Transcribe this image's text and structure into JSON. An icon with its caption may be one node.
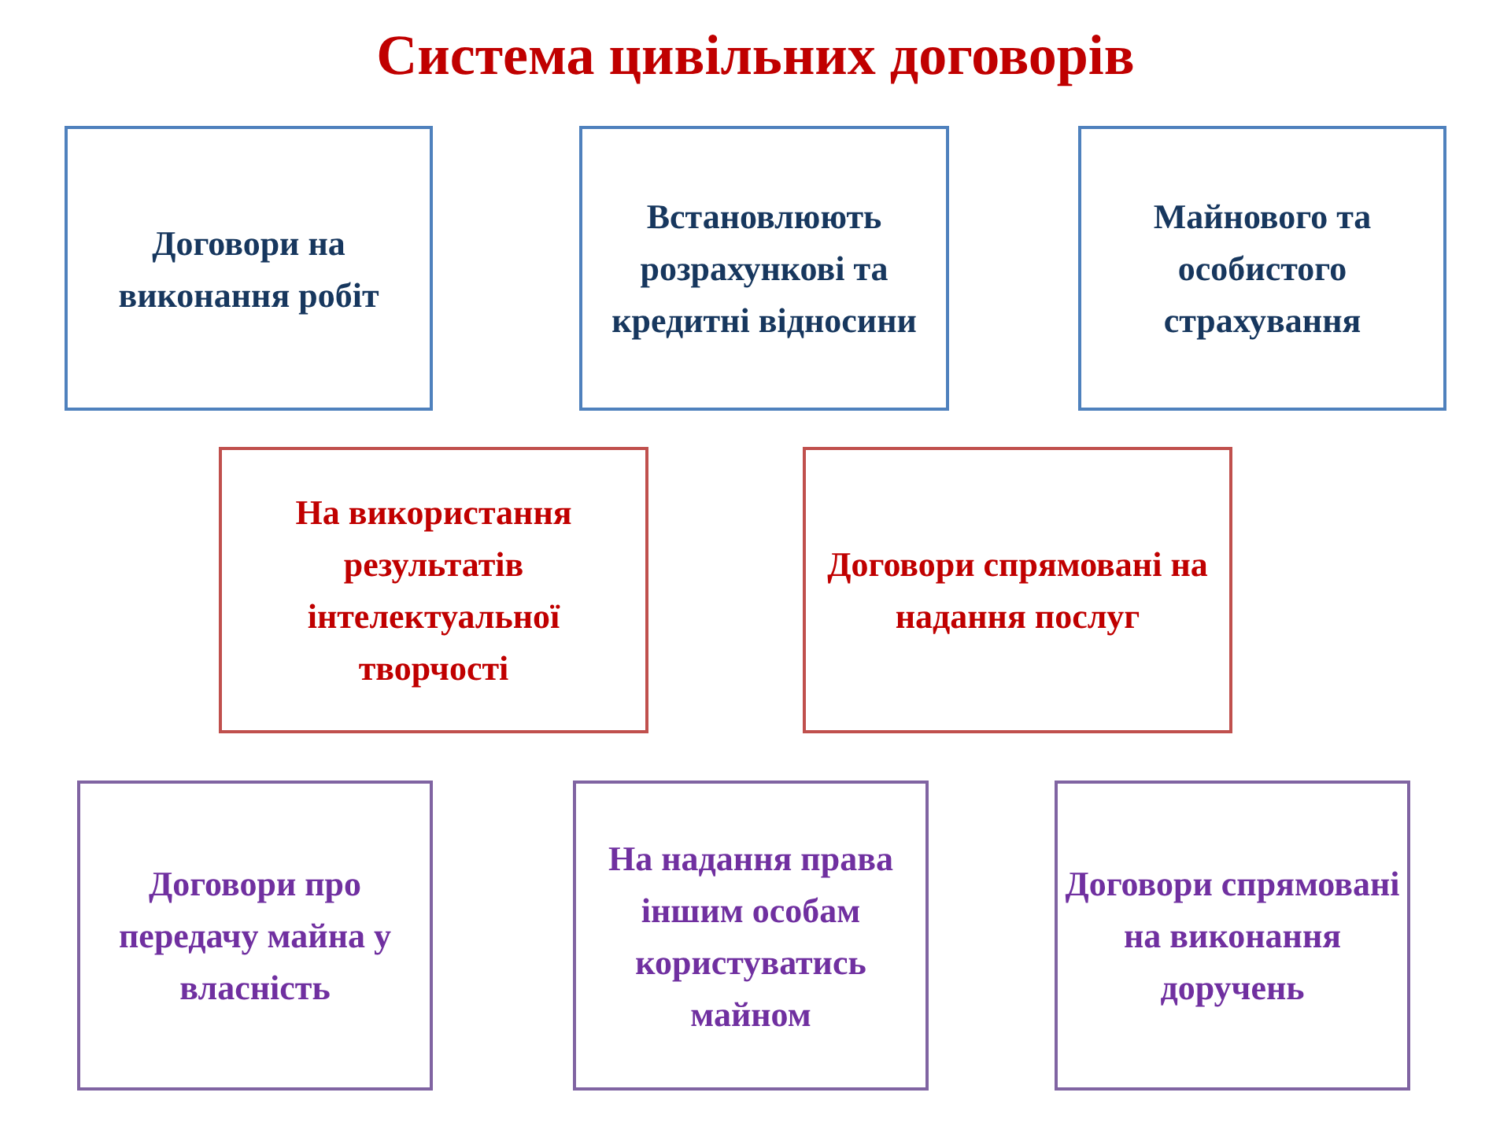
{
  "diagram": {
    "title": "Система цивільних договорів",
    "nodes": [
      {
        "text": [
          "Договори на виконання робіт"
        ]
      },
      {
        "text": [
          "Встановлюють розрахункові та кредитні відносини"
        ]
      },
      {
        "text": [
          "Майнового та особистого страхування"
        ]
      },
      {
        "text": [
          "На використання результатів інтелектуальної творчості"
        ]
      },
      {
        "text": [
          "Договори спрямовані на надання послуг"
        ]
      },
      {
        "text": [
          "Договори про передачу майна у власність"
        ]
      },
      {
        "text": [
          "На надання права іншим особам користуватись майном"
        ]
      },
      {
        "text": [
          "Договори спрямовані на виконання доручень"
        ]
      }
    ]
  }
}
